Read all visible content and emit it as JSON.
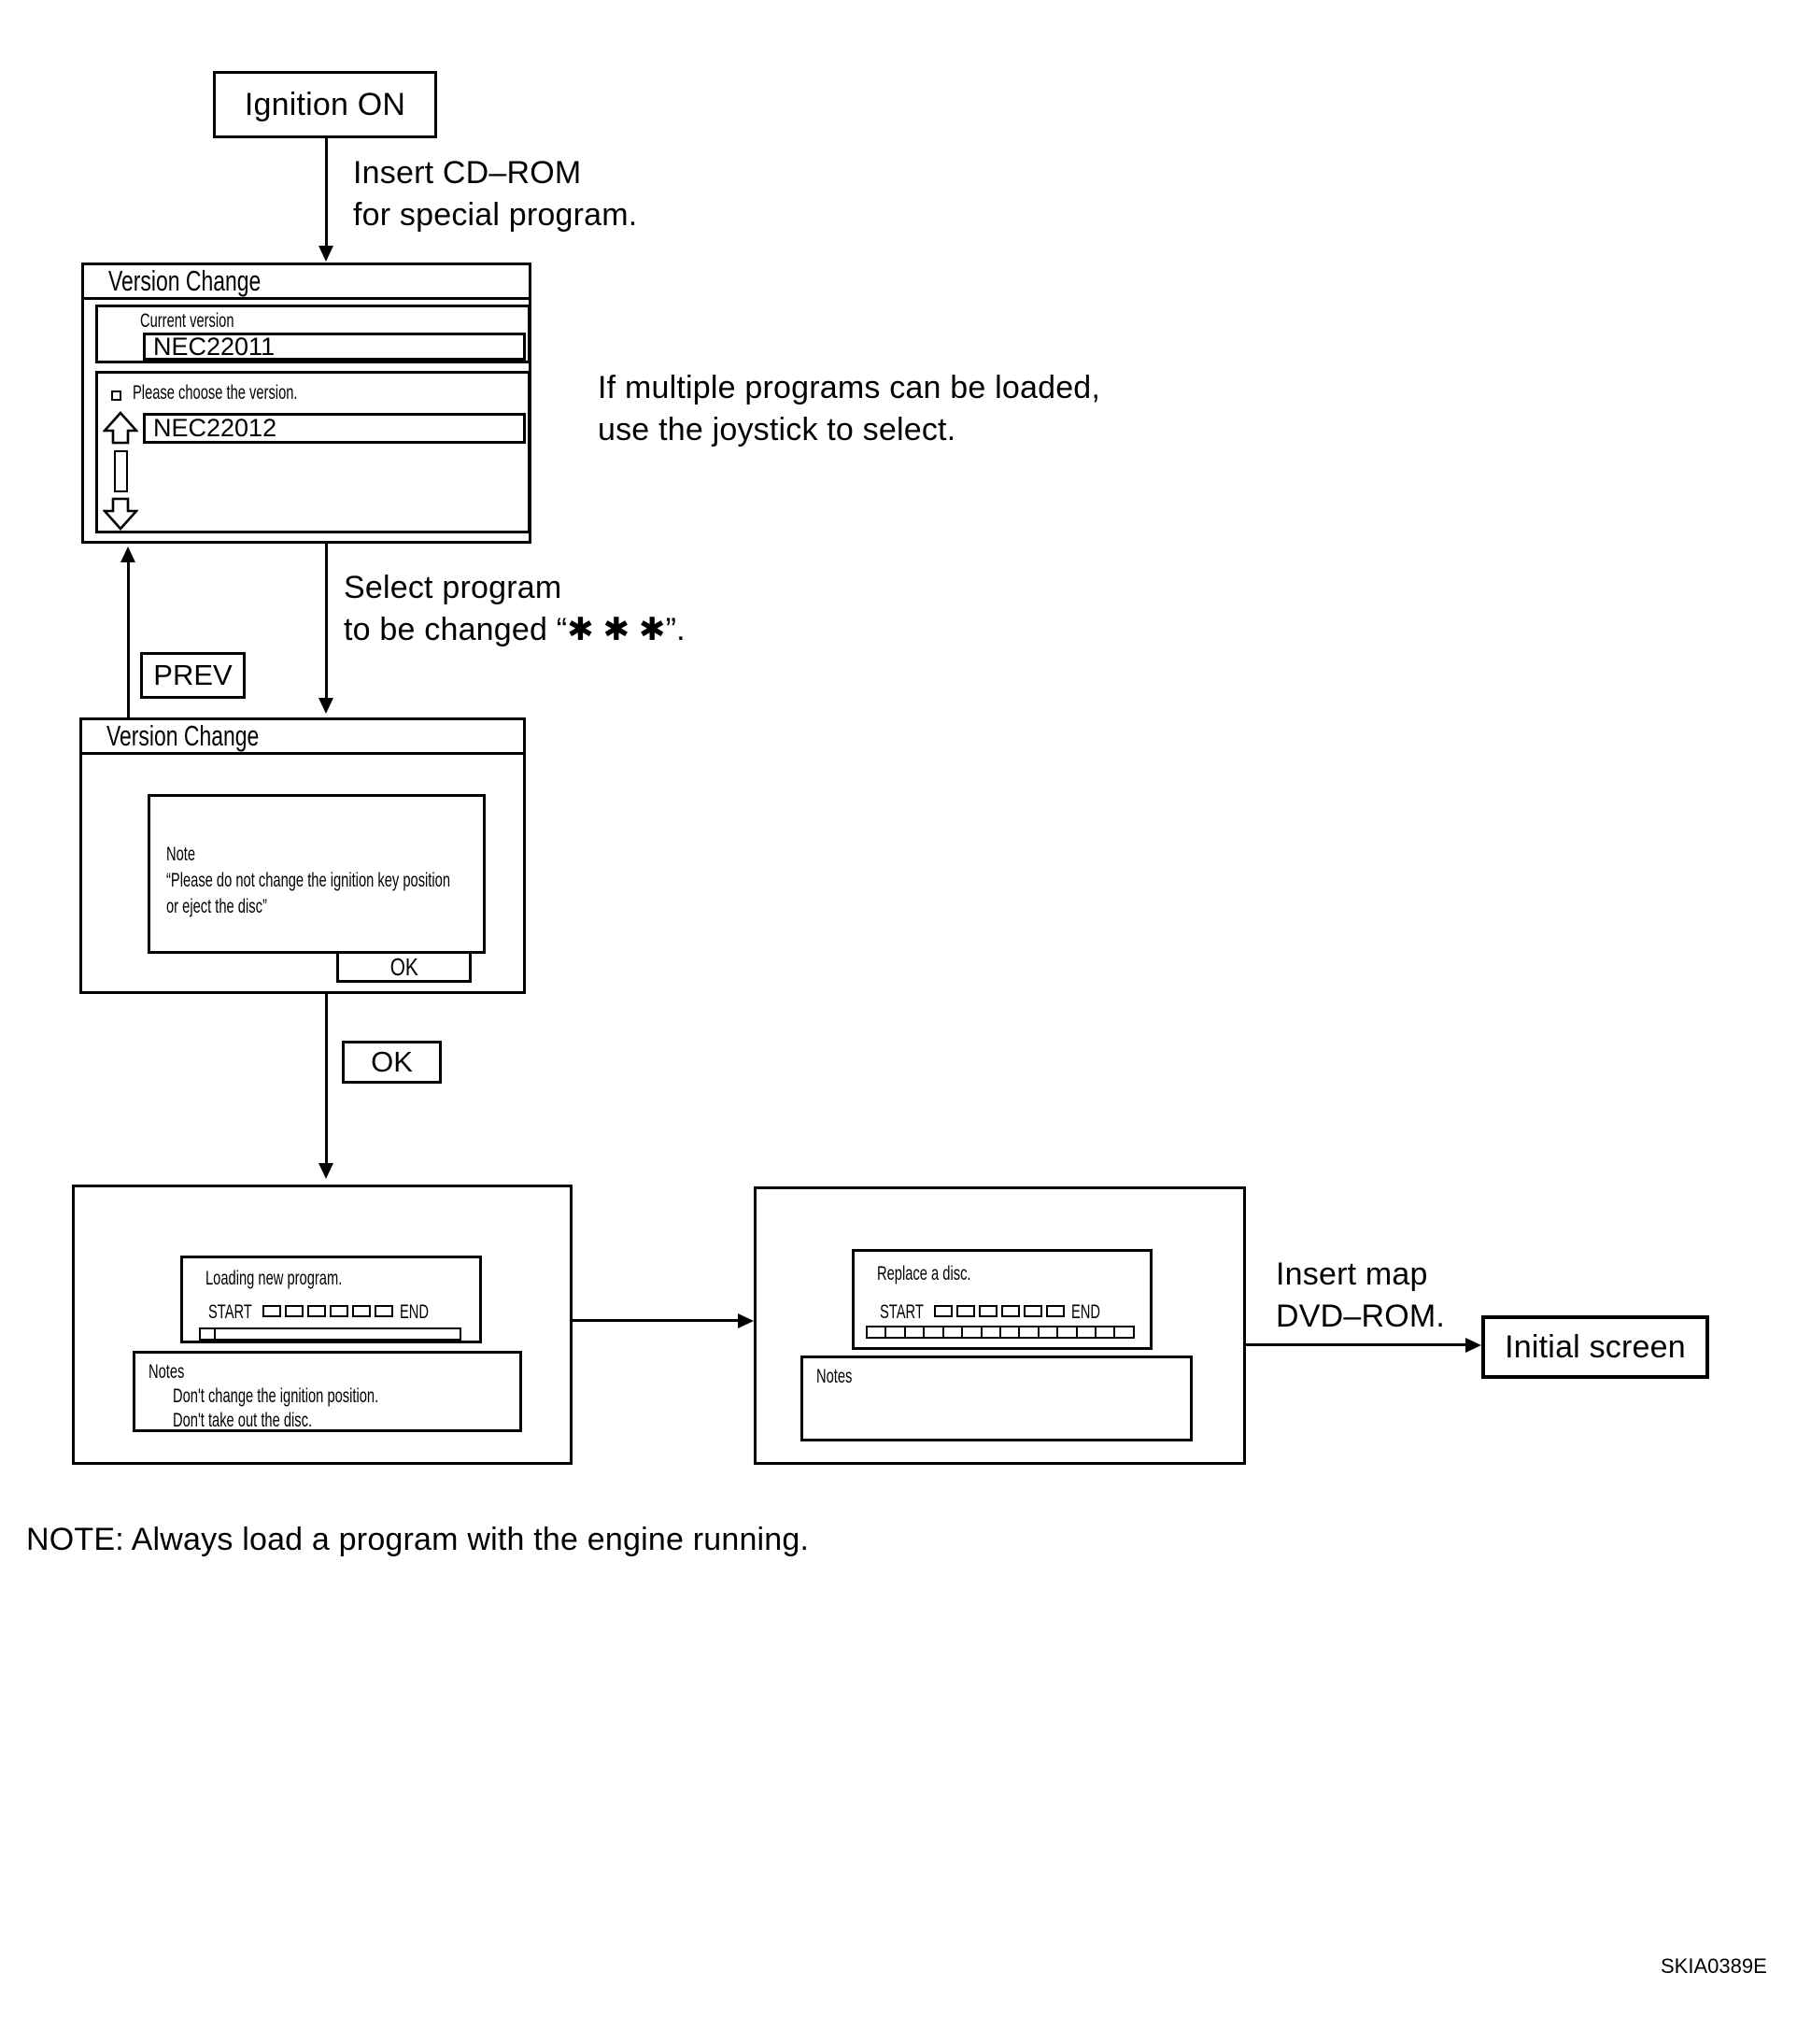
{
  "page": {
    "background_color": "#ffffff",
    "ink_color": "#000000"
  },
  "flow": {
    "ignition_label": "Ignition ON",
    "insert_cd": {
      "line1": "Insert CD–ROM",
      "line2": "for special program."
    },
    "multiple_note": {
      "line1": "If multiple programs can be loaded,",
      "line2": "use the joystick to select."
    },
    "select_label": {
      "line1": "Select program",
      "line2": "to be changed “✱ ✱ ✱”."
    },
    "prev_label": "PREV",
    "ok_label": "OK",
    "insert_map": {
      "line1": "Insert map",
      "line2": "DVD–ROM."
    },
    "initial_label": "Initial screen",
    "bottom_note": "NOTE: Always load a program with the engine running.",
    "figure_code": "SKIA0389E"
  },
  "screen1": {
    "title": "Version Change",
    "current_version_label": "Current version",
    "current_version_value": "NEC22011",
    "choose_prompt": "Please choose the version.",
    "selected_version": "NEC22012"
  },
  "screen2": {
    "title": "Version Change",
    "note_line1": "Note",
    "note_line2": "“Please do not change the ignition key position",
    "note_line3": "or eject the disc”",
    "ok_label": "OK"
  },
  "screen3": {
    "loading_title": "Loading new program.",
    "start_label": "START",
    "end_label": "END",
    "tick_count": 6,
    "bar_filled_cells": 1,
    "notes_title": "Notes",
    "notes_line1": "Don't change the ignition position.",
    "notes_line2": "Don't take out the disc."
  },
  "screen4": {
    "replace_title": "Replace a disc.",
    "start_label": "START",
    "end_label": "END",
    "tick_count": 6,
    "bar_cells": 14,
    "notes_title": "Notes"
  }
}
